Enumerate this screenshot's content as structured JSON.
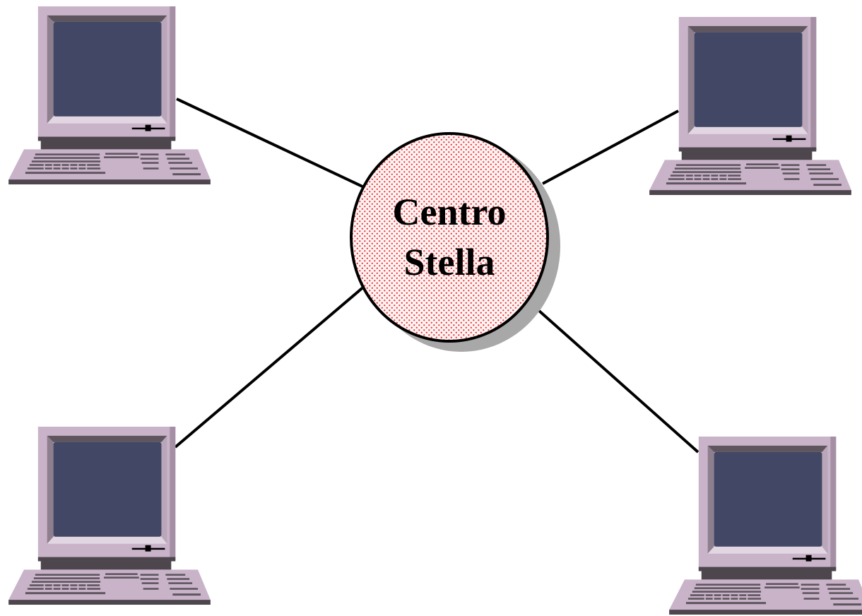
{
  "diagram": {
    "type": "star-topology",
    "hub": {
      "label_line1": "Centro",
      "label_line2": "Stella",
      "fill_color": "#fff4f4",
      "dot_color": "#e53b3b",
      "shadow_color": "#a8a8a8"
    },
    "nodes": [
      {
        "id": "top-left",
        "device": "computer-icon"
      },
      {
        "id": "top-right",
        "device": "computer-icon"
      },
      {
        "id": "bottom-left",
        "device": "computer-icon"
      },
      {
        "id": "bottom-right",
        "device": "computer-icon"
      }
    ],
    "colors": {
      "case": "#c9b3c9",
      "case_shadow": "#a48fa4",
      "screen": "#424765",
      "bezel": "#7b6e7b",
      "base": "#4d464d",
      "keys": "#5e555e",
      "link": "#000000"
    }
  }
}
